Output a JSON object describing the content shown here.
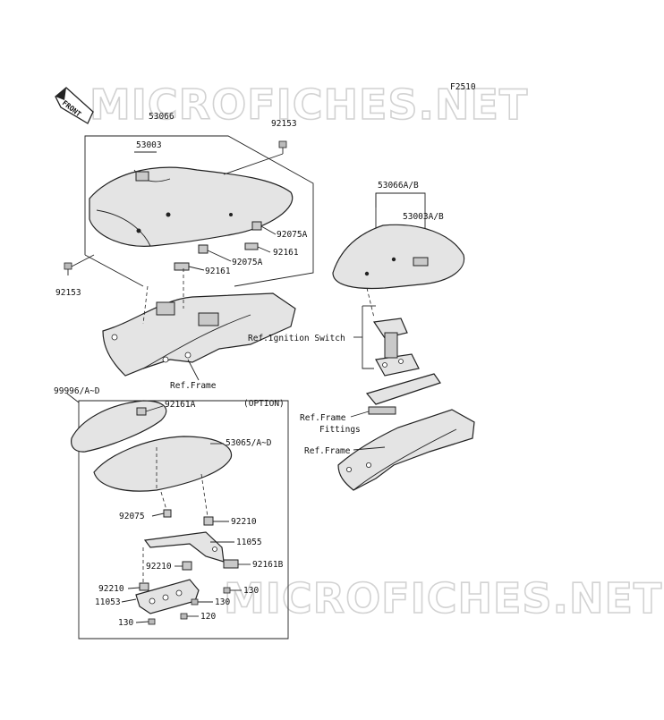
{
  "diagram": {
    "code": "F2510",
    "watermark": "MICROFICHES.NET",
    "front_arrow_label": "FRONT",
    "option_label": "(OPTION)",
    "labels": {
      "p53066": "53066",
      "p53003": "53003",
      "p92153_top": "92153",
      "p92153_left": "92153",
      "p92075A_1": "92075A",
      "p92161_1": "92161",
      "p92075A_2": "92075A",
      "p92161_2": "92161",
      "ref_frame_1": "Ref.Frame",
      "p53066AB": "53066A/B",
      "p53003AB": "53003A/B",
      "ref_ignition": "Ref.Ignition Switch",
      "ref_frame_fittings_1": "Ref.Frame",
      "ref_frame_fittings_2": "Fittings",
      "ref_frame_2": "Ref.Frame",
      "p99996": "99996/A~D",
      "p92161A": "92161A",
      "p53065": "53065/A~D",
      "p92075": "92075",
      "p92210_1": "92210",
      "p11055": "11055",
      "p92210_2": "92210",
      "p92161B": "92161B",
      "p92210_3": "92210",
      "p130_1": "130",
      "p11053": "11053",
      "p130_2": "130",
      "p130_3": "130",
      "p120": "120"
    }
  }
}
